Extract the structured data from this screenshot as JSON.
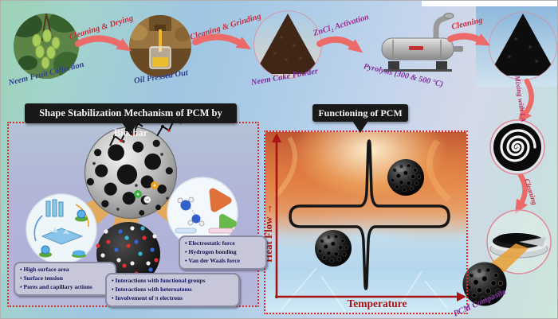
{
  "figure": {
    "process": {
      "steps": [
        {
          "label": "Neem Fruit Collection"
        },
        {
          "label": "Oil Pressed Out"
        },
        {
          "label": "Neem Cake Powder"
        },
        {
          "label": "Pyrolysis (300 & 500 °C)"
        },
        {
          "label": "PCM Composite"
        }
      ],
      "arrows": [
        {
          "label": "Cleaning & Drying"
        },
        {
          "label": "Cleaning & Grinding"
        },
        {
          "label": "ZnCl₂ Activation"
        },
        {
          "label": "Cleaning"
        },
        {
          "label": "Mixing with LA"
        },
        {
          "label": "Cleaning"
        }
      ]
    },
    "left_panel": {
      "title": "Shape Stabilization Mechanism of PCM by Biochar",
      "ions": [
        "+",
        "−",
        "+"
      ],
      "boxes": [
        {
          "items": [
            "High surface area",
            "Surface tension",
            "Pores and capillary actions"
          ]
        },
        {
          "items": [
            "Interactions with functional groups",
            "Interactions with heteroatoms",
            "Involvement of π electrons"
          ]
        },
        {
          "items": [
            "Electrostatic force",
            "Hydrogen bonding",
            "Van der Waals force"
          ]
        }
      ]
    },
    "right_panel": {
      "title": "Functioning of PCM",
      "y_axis": "Heat Flow",
      "y_axis_arrow": "→",
      "x_axis": "Temperature"
    },
    "colors": {
      "arrow": "#ec6a68",
      "red_label": "#c82838",
      "magenta_label": "#9a2890",
      "purple_label": "#7a2a9a",
      "blue_label": "#2a3a8e",
      "banner": "#191919",
      "dotted_border": "#e02828",
      "axis": "#a81414"
    }
  }
}
